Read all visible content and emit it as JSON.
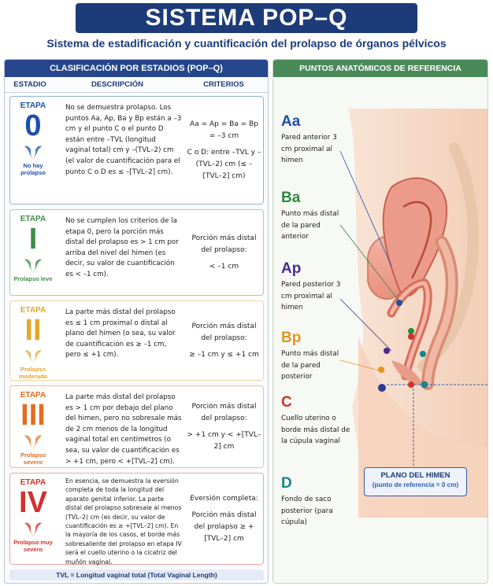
{
  "title": "SISTEMA POP–Q",
  "subtitle": "Sistema de estadificación y cuantificación del prolapso de órganos pélvicos",
  "left": {
    "header": "CLASIFICACIÓN POR ESTADIOS (POP–Q)",
    "col_stage": "ESTADIO",
    "col_desc": "DESCRIPCIÓN",
    "col_crit": "CRITERIOS",
    "stage_word": "ETAPA",
    "stages": [
      {
        "numeral": "0",
        "caption": "No hay prolapso",
        "color": "#1f4fa8",
        "border": "#98afd8",
        "desc": "No se demuestra prolapso. Los puntos Aa, Ap, Ba y Bp están a –3 cm y el punto C o el punto D están entre –TVL (longitud vaginal total) cm y –(TVL–2) cm (el valor de cuantificación para el punto C o D es ≤ –[TVL–2] cm).",
        "crit1": "Aa = Ap = Ba = Bp = –3 cm",
        "crit2": "C o D: entre –TVL y –(TVL–2) cm (≤ –[TVL–2] cm)"
      },
      {
        "numeral": "I",
        "caption": "Prolapso leve",
        "color": "#3c8f47",
        "border": "#a8cfae",
        "desc": "No se cumplen los criterios de la etapa 0, pero la porción más distal del prolapso es > 1 cm por arriba del nivel del himen (es decir, su valor de cuantificación es < –1 cm).",
        "crit1": "Porción más distal del prolapso:",
        "crit2": "< –1 cm"
      },
      {
        "numeral": "II",
        "caption": "Prolapso moderado",
        "color": "#e2a72b",
        "border": "#f1d49b",
        "desc": "La parte más distal del prolapso es ≤ 1 cm proximal o distal al plano del himen (o sea, su valor de cuantificación es ≥ –1 cm, pero ≤ +1 cm).",
        "crit1": "Porción más distal del prolapso:",
        "crit2": "≥ –1 cm y ≤ +1 cm"
      },
      {
        "numeral": "III",
        "caption": "Prolapso severo",
        "color": "#e46c1e",
        "border": "#f2bd98",
        "desc": "La parte más distal del prolapso es > 1 cm por debajo del plano del himen, pero no sobresale más de 2 cm menos de la longitud vaginal total en centímetros (o sea, su valor de cuantificación es > +1 cm, pero < +[TVL–2] cm).",
        "crit1": "Porción más distal del prolapso:",
        "crit2": "> +1 cm y < +[TVL–2] cm"
      },
      {
        "numeral": "IV",
        "caption": "Prolapso muy severo",
        "color": "#d2312d",
        "border": "#eba7a5",
        "desc": "En esencia, se demuestra la eversión completa de toda la longitud del aparato genital inferior. La parte distal del prolapso sobresale al menos (TVL–2) cm (es decir, su valor de cuantificación es ≥ +[TVL–2] cm). En la mayoría de los casos, el borde más sobresaliente del prolapso en etapa IV será el cuello uterino o la cicatriz del muñón vaginal.",
        "crit1": "Eversión completa:",
        "crit2": "Porción más distal del prolapso ≥ +[TVL–2] cm"
      }
    ],
    "footer": "TVL = Longitud vaginal total (Total Vaginal Length)"
  },
  "right": {
    "header": "PUNTOS ANATÓMICOS DE REFERENCIA",
    "points": [
      {
        "letter": "Aa",
        "color": "#1f4fa8",
        "text": "Pared anterior 3 cm proximal al himen"
      },
      {
        "letter": "Ba",
        "color": "#2c8a3c",
        "text": "Punto más distal de la pared anterior"
      },
      {
        "letter": "Ap",
        "color": "#4b2a91",
        "text": "Pared posterior 3 cm proximal al himen"
      },
      {
        "letter": "Bp",
        "color": "#e3951f",
        "text": "Punto más distal de la pared posterior"
      },
      {
        "letter": "C",
        "color": "#d2312d",
        "text": "Cuello uterino o borde más distal de la cúpula vaginal"
      },
      {
        "letter": "D",
        "color": "#17868a",
        "text": "Fondo de saco posterior (para cúpula)"
      }
    ],
    "himen_title": "PLANO DEL HIMEN",
    "himen_sub": "(punto de referencia = 0 cm)"
  }
}
